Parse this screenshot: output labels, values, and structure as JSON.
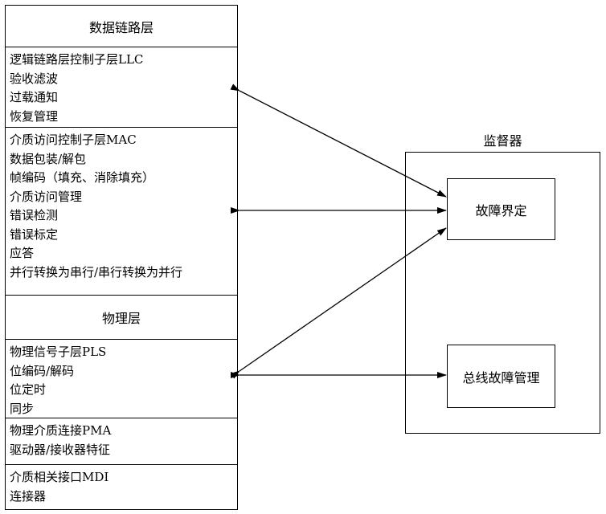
{
  "left_stack": {
    "data_link_header": "数据链路层",
    "llc_lines": [
      "逻辑链路层控制子层LLC",
      "验收滤波",
      "过载通知",
      "恢复管理"
    ],
    "mac_lines": [
      "介质访问控制子层MAC",
      "数据包装/解包",
      "帧编码（填充、消除填充）",
      "介质访问管理",
      "错误检测",
      "错误标定",
      "应答",
      "并行转换为串行/串行转换为并行"
    ],
    "physical_header": "物理层",
    "pls_lines": [
      "物理信号子层PLS",
      "位编码/解码",
      "位定时",
      "同步"
    ],
    "pma_lines": [
      "物理介质连接PMA",
      "驱动器/接收器特征"
    ],
    "mdi_lines": [
      "介质相关接口MDI",
      "连接器"
    ]
  },
  "monitor": {
    "title": "监督器",
    "fault_confinement": "故障界定",
    "bus_fault_management": "总线故障管理"
  }
}
